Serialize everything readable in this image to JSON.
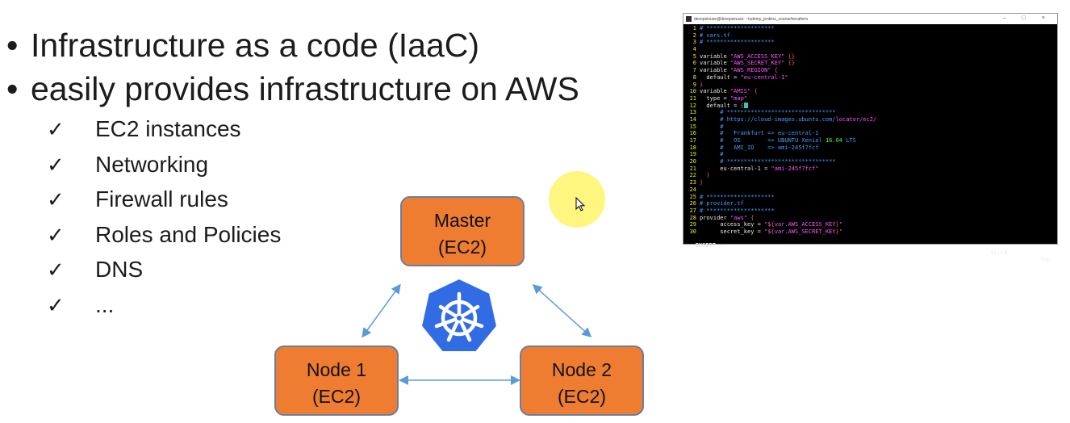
{
  "slide": {
    "bullet_glyph": "•",
    "bullets": [
      "Infrastructure as a code (IaaC)",
      "easily provides infrastructure on AWS"
    ],
    "check_glyph": "✓",
    "subitems": [
      "EC2 instances",
      "Networking",
      "Firewall rules",
      "Roles and Policies",
      "DNS",
      "..."
    ]
  },
  "diagram": {
    "master": {
      "line1": "Master",
      "line2": "(EC2)"
    },
    "node1": {
      "line1": "Node 1",
      "line2": "(EC2)"
    },
    "node2": {
      "line1": "Node 2",
      "line2": "(EC2)"
    },
    "logo_icon": "kubernetes-helm-icon",
    "colors": {
      "box_fill": "#ee7d31",
      "box_border": "#6b7ea0",
      "arrow": "#5b9bd5",
      "logo": "#326ce5",
      "highlight": "#fff46a"
    }
  },
  "terminal": {
    "title": "devopsinuse@devopsinuse: ~/udemy_jenkins_course/terraform",
    "window_buttons": "–  □  ×",
    "lines": [
      {
        "n": "1",
        "t": "# ********************"
      },
      {
        "n": "2",
        "t": "# vars.tf"
      },
      {
        "n": "3",
        "t": "# ********************"
      },
      {
        "n": "4",
        "t": ""
      },
      {
        "n": "5",
        "t": "variable \"AWS_ACCESS_KEY\" {}"
      },
      {
        "n": "6",
        "t": "variable \"AWS_SECRET_KEY\" {}"
      },
      {
        "n": "7",
        "t": "variable \"AWS_REGION\" {"
      },
      {
        "n": "8",
        "t": "  default = \"eu-central-1\""
      },
      {
        "n": "9",
        "t": "}"
      },
      {
        "n": "10",
        "t": "variable \"AMIS\" {"
      },
      {
        "n": "11",
        "t": "  type = \"map\""
      },
      {
        "n": "12",
        "t": "  default = {"
      },
      {
        "n": "13",
        "t": "      # ********************************"
      },
      {
        "n": "14",
        "t": "      # https://cloud-images.ubuntu.com/locator/ec2/"
      },
      {
        "n": "15",
        "t": "      #"
      },
      {
        "n": "16",
        "t": "      #   Frankfurt => eu-central-1"
      },
      {
        "n": "17",
        "t": "      #   OS        => UBUNTU Xenial 16.04 LTS"
      },
      {
        "n": "18",
        "t": "      #   AMI_ID    => ami-245f7fcf"
      },
      {
        "n": "19",
        "t": "      #"
      },
      {
        "n": "20",
        "t": "      # ********************************"
      },
      {
        "n": "21",
        "t": "      eu-central-1 = \"ami-245f7fcf\""
      },
      {
        "n": "22",
        "t": "  }"
      },
      {
        "n": "23",
        "t": "}"
      },
      {
        "n": "24",
        "t": ""
      },
      {
        "n": "25",
        "t": "# ********************"
      },
      {
        "n": "26",
        "t": "# provider.tf"
      },
      {
        "n": "27",
        "t": "# ********************"
      },
      {
        "n": "28",
        "t": "provider \"aws\" {"
      },
      {
        "n": "29",
        "t": "      access_key = \"${var.AWS_ACCESS_KEY}\""
      },
      {
        "n": "30",
        "t": "      secret_key = \"${var.AWS_SECRET_KEY}\""
      }
    ],
    "status": {
      "mode": "-- INSERT --",
      "position": "12,14",
      "scroll": "Top"
    }
  }
}
